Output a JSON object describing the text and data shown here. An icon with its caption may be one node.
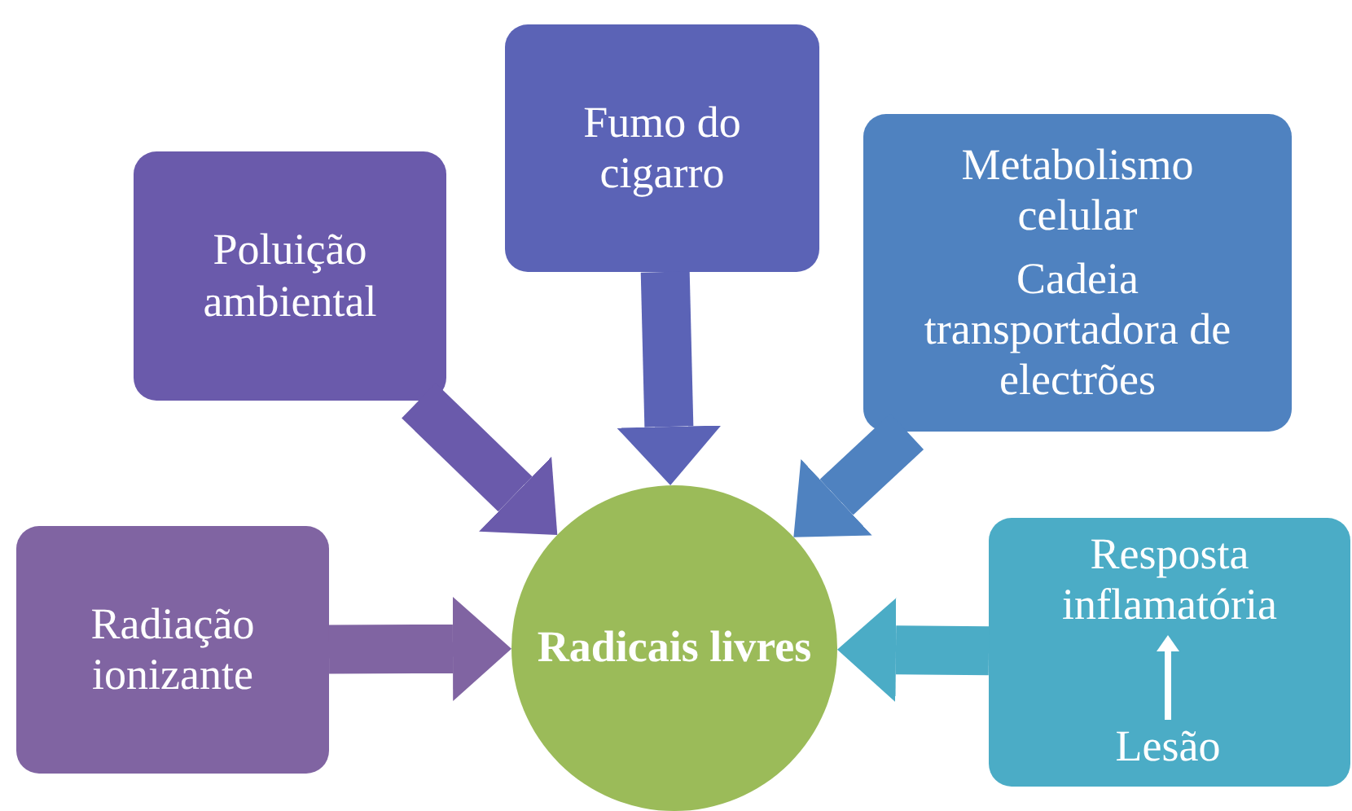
{
  "diagram": {
    "nodes": [
      {
        "text": [
          "Poluição ambiental"
        ]
      },
      {
        "text": [
          "Fumo do cigarro"
        ]
      },
      {
        "text": [
          "Metabolismo celular",
          "Cadeia transportadora de electrões"
        ]
      },
      {
        "text": [
          "Radiação ionizante"
        ]
      },
      {
        "text": [
          "Radicais livres"
        ]
      },
      {
        "text": [],
        "shape": "box"
      },
      {
        "text": [
          "Resposta inflamatória"
        ],
        "in": 5
      },
      {
        "text": [
          "Lesão"
        ],
        "in": 5
      }
    ],
    "edges": [
      {
        "from": 0,
        "to": 4,
        "arrow": "to",
        "color": "#6a5aab"
      },
      {
        "from": 1,
        "to": 4,
        "arrow": "to",
        "color": "#5b63b6"
      },
      {
        "from": 2,
        "to": 4,
        "arrow": "to",
        "color": "#4f82c0"
      },
      {
        "from": 3,
        "to": 4,
        "arrow": "to",
        "color": "#8064a2"
      },
      {
        "from": 5,
        "to": 4,
        "arrow": "to",
        "color": "#4bacc6"
      },
      {
        "from": 7,
        "to": 6,
        "arrow": "to",
        "color": "#ffffff"
      }
    ]
  }
}
